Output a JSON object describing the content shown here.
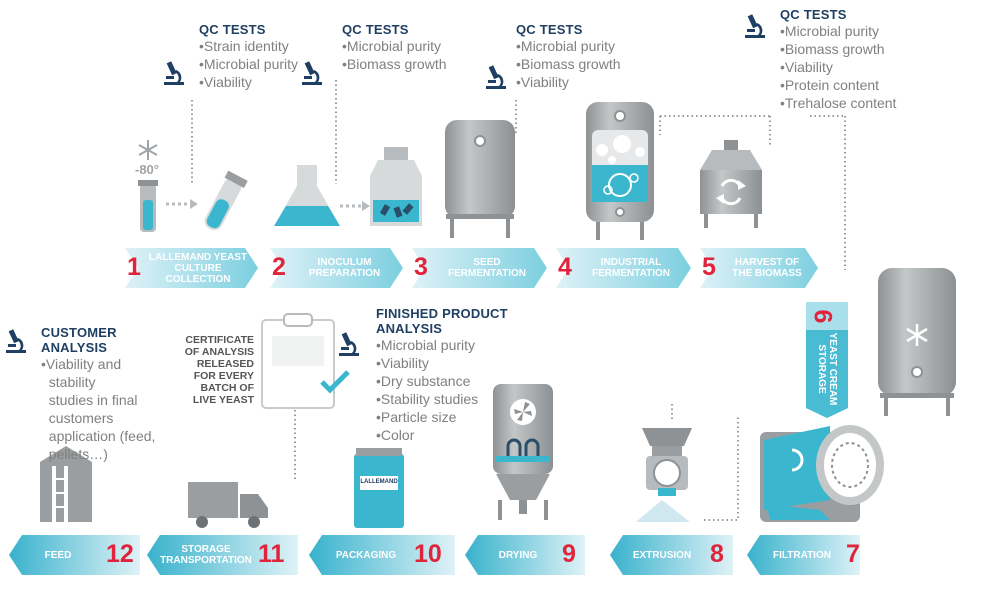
{
  "top_qc": [
    {
      "title": "QC TESTS",
      "items": [
        "•Strain identity",
        "•Microbial purity",
        "•Viability"
      ]
    },
    {
      "title": "QC TESTS",
      "items": [
        "•Microbial purity",
        "•Biomass growth"
      ]
    },
    {
      "title": "QC TESTS",
      "items": [
        "•Microbial purity",
        "•Biomass growth",
        "•Viability"
      ]
    },
    {
      "title": "QC TESTS",
      "items": [
        "•Microbial purity",
        "•Biomass growth",
        "•Viability",
        "•Protein content",
        "•Trehalose content"
      ]
    }
  ],
  "customer": {
    "title_line1": "CUSTOMER",
    "title_line2": "ANALYSIS",
    "items": [
      "•Viability and",
      "  stability",
      "  studies in final",
      "  customers",
      "  application (feed,",
      "  pellets…)"
    ]
  },
  "finished": {
    "title_line1": "FINISHED PRODUCT",
    "title_line2": "ANALYSIS",
    "items": [
      "•Microbial purity",
      "•Viability",
      "•Dry substance",
      "•Stability studies",
      "•Particle size",
      "•Color"
    ]
  },
  "certificate_lines": [
    "CERTIFICATE",
    "OF ANALYSIS",
    "RELEASED",
    "FOR EVERY",
    "BATCH OF",
    "LIVE YEAST"
  ],
  "freezer_label": "-80°",
  "bag_label": "LALLEMAND",
  "steps": {
    "s1": {
      "num": "1",
      "l1": "LALLEMAND YEAST",
      "l2": "CULTURE",
      "l3": "COLLECTION"
    },
    "s2": {
      "num": "2",
      "l1": "INOCULUM",
      "l2": "PREPARATION"
    },
    "s3": {
      "num": "3",
      "l1": "SEED",
      "l2": "FERMENTATION"
    },
    "s4": {
      "num": "4",
      "l1": "INDUSTRIAL",
      "l2": "FERMENTATION"
    },
    "s5": {
      "num": "5",
      "l1": "HARVEST OF",
      "l2": "THE BIOMASS"
    },
    "s6": {
      "num": "6",
      "l1": "YEAST CREAM",
      "l2": "STORAGE"
    },
    "s7": {
      "num": "7",
      "l1": "FILTRATION"
    },
    "s8": {
      "num": "8",
      "l1": "EXTRUSION"
    },
    "s9": {
      "num": "9",
      "l1": "DRYING"
    },
    "s10": {
      "num": "10",
      "l1": "PACKAGING"
    },
    "s11": {
      "num": "11",
      "l1": "STORAGE",
      "l2": "TRANSPORTATION"
    },
    "s12": {
      "num": "12",
      "l1": "FEED"
    }
  },
  "colors": {
    "banner": "#3cb6d0",
    "banner_light": "#a9dfea",
    "number": "#e0243b",
    "title": "#1f3f63",
    "equipment": "#a0a4a6",
    "liquid": "#3ab7cf"
  }
}
